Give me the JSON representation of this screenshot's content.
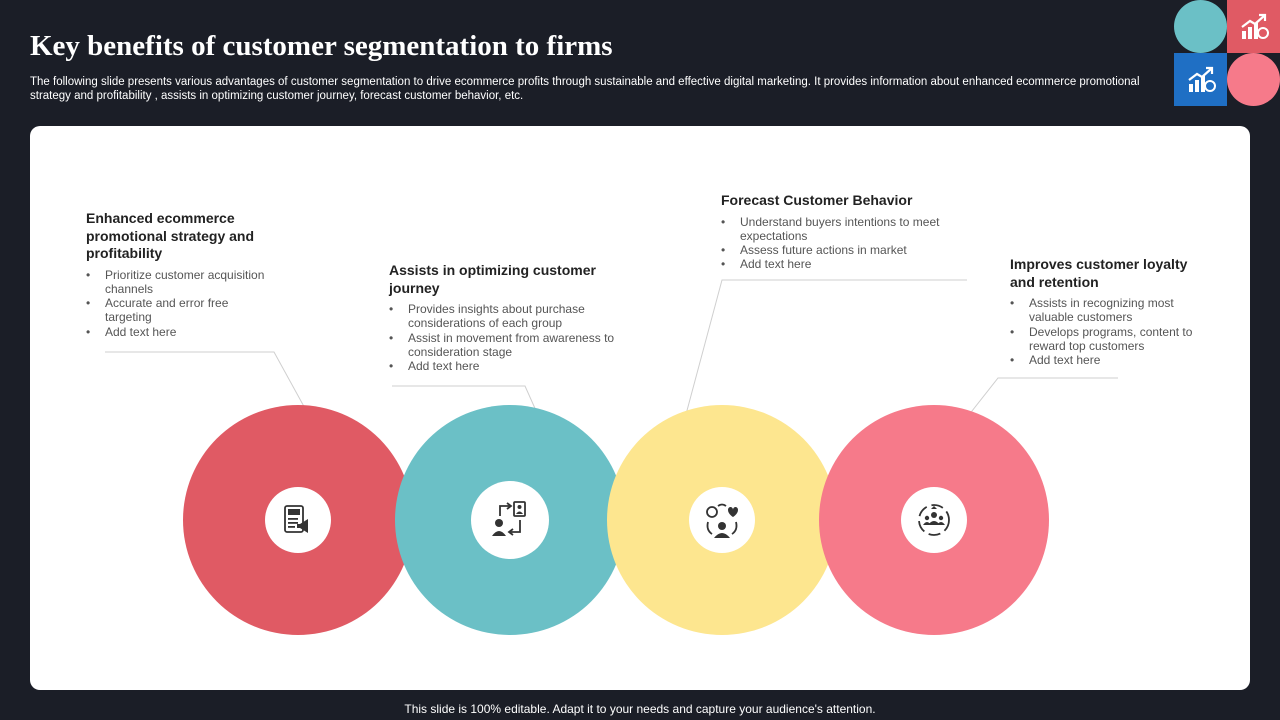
{
  "slide": {
    "title": "Key benefits of customer segmentation to firms",
    "subtitle": "The following slide presents various advantages of customer segmentation to drive ecommerce profits through sustainable and effective digital marketing. It provides information about enhanced ecommerce promotional strategy and profitability ,  assists in optimizing customer journey, forecast customer behavior, etc.",
    "footer": "This slide is 100% editable. Adapt it to your needs and capture your audience's attention."
  },
  "colors": {
    "background": "#1b1e27",
    "red": "#e05a64",
    "teal": "#6bc0c6",
    "yellow": "#fde68f",
    "pink": "#f67a8a",
    "blue": "#1f6fc4"
  },
  "benefits": [
    {
      "title": "Enhanced ecommerce promotional strategy and profitability",
      "icon": "ads-megaphone-icon",
      "bullets": [
        "Prioritize customer acquisition channels",
        "Accurate  and error free targeting",
        "Add text here"
      ]
    },
    {
      "title": "Assists  in optimizing customer journey",
      "icon": "customer-journey-icon",
      "bullets": [
        "Provides insights about purchase considerations of each group",
        "Assist in movement from awareness to consideration stage",
        "Add text here"
      ]
    },
    {
      "title": "Forecast Customer Behavior",
      "icon": "customer-behavior-icon",
      "bullets": [
        "Understand buyers intentions to meet expectations",
        "Assess future actions in market",
        "Add text here"
      ]
    },
    {
      "title": "Improves customer loyalty and retention",
      "icon": "customer-loyalty-icon",
      "bullets": [
        "Assists in recognizing most valuable customers",
        "Develops programs, content to reward top customers",
        "Add text here"
      ]
    }
  ]
}
